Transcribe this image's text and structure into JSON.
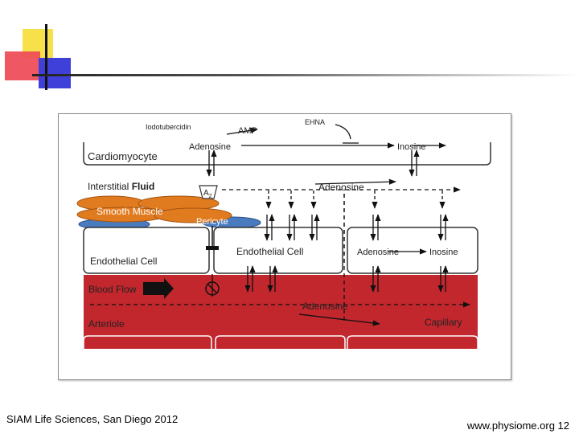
{
  "slide": {
    "footer_left": "SIAM Life Sciences, San Diego 2012",
    "footer_right": "www.physiome.org 12",
    "accent_colors": {
      "yellow": "#f7e14a",
      "red": "#ee4a55",
      "blue": "#3f3fd9"
    }
  },
  "diagram": {
    "labels": {
      "iodotubercidin": "Iodotubercidin",
      "amp": "AMP",
      "ehna": "EHNA",
      "adenosine_cardiomyocyte": "Adenosine",
      "inosine_cardiomyocyte": "Inosine",
      "cardiomyocyte": "Cardiomyocyte",
      "interstitial_fluid_prefix": "Interstitial ",
      "interstitial_fluid_bold": "Fluid",
      "a2_receptor": "A",
      "a2_subscript": "2",
      "adenosine_interstitial": "Adenosine",
      "smooth_muscle": "Smooth Muscle",
      "pericyte": "Pericyte",
      "endothelial_cell_left": "Endothelial Cell",
      "endothelial_cell_middle": "Endothelial Cell",
      "adenosine_endothelial": "Adenosine",
      "inosine_endothelial": "Inosine",
      "blood_flow": "Blood Flow",
      "adenosine_blood": "Adenosine",
      "arteriole": "Arteriole",
      "capillary": "Capillary"
    },
    "colors": {
      "blood": "#c1272d",
      "smooth_muscle": "#e07b20",
      "pericyte": "#4a7bbf"
    }
  }
}
